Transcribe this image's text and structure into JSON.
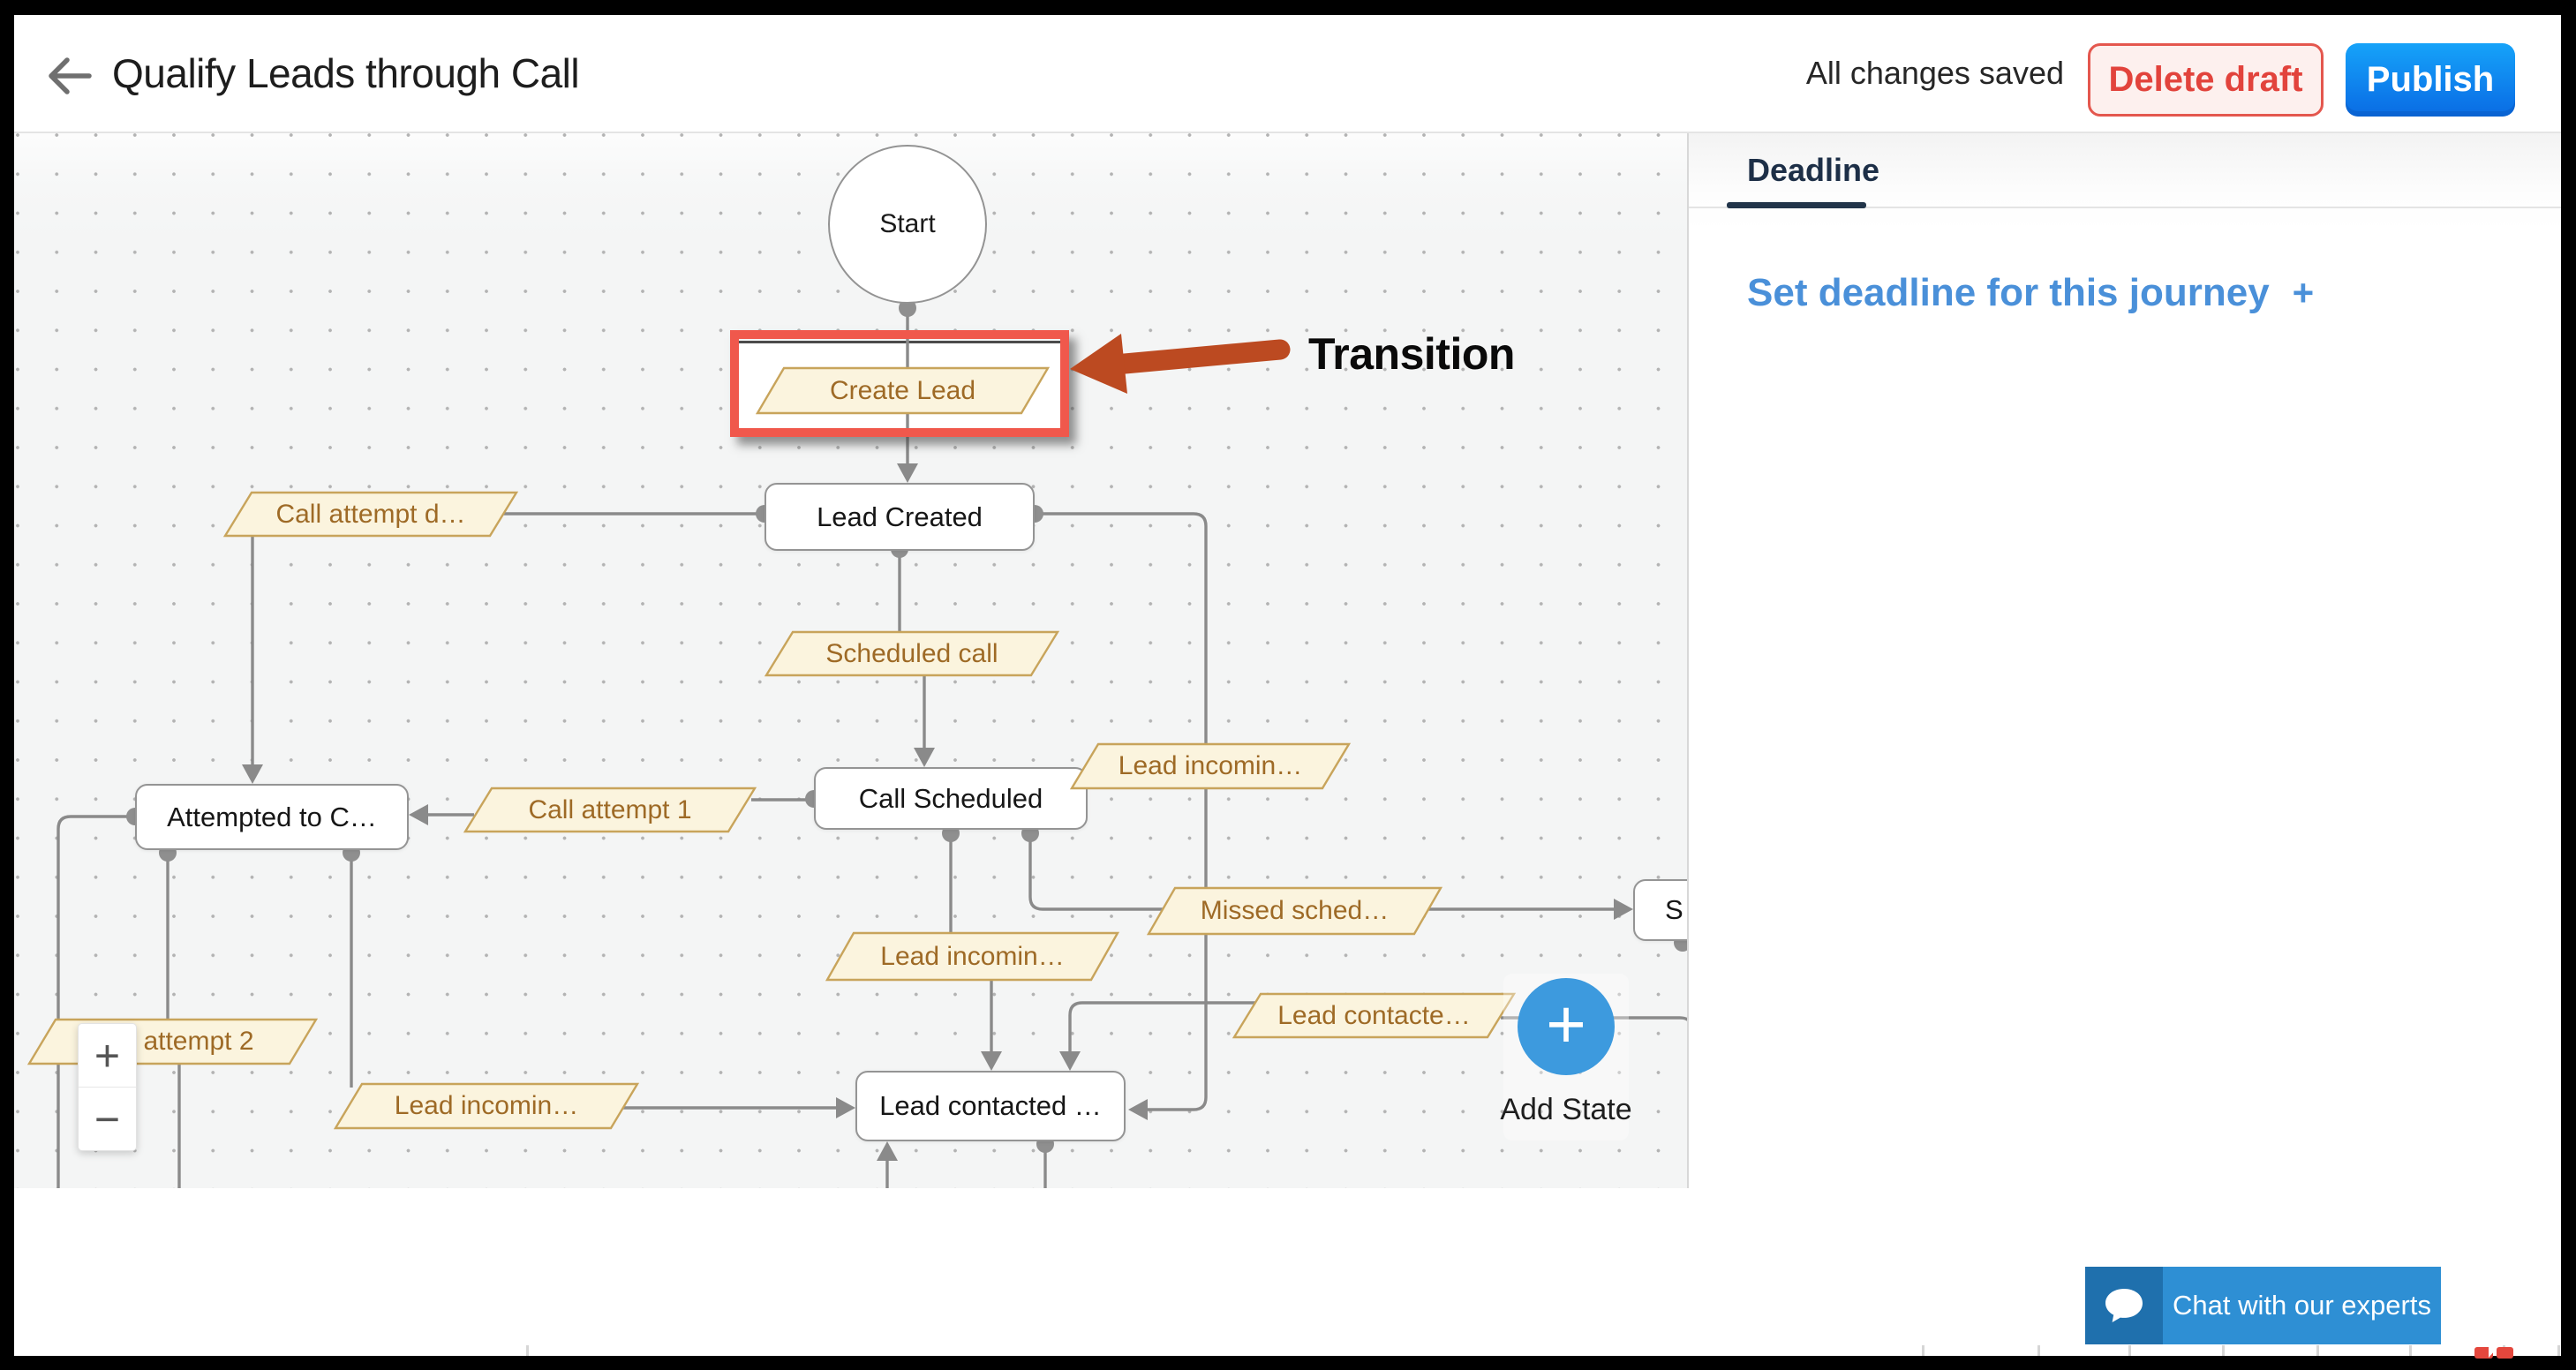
{
  "header": {
    "back_icon": "left-arrow",
    "title": "Qualify Leads through Call",
    "status_text": "All changes saved",
    "delete_button": "Delete draft",
    "publish_button": "Publish"
  },
  "panel": {
    "tab": "Deadline",
    "set_deadline_label": "Set deadline for this journey",
    "set_deadline_plus": "+"
  },
  "canvas": {
    "start_node": "Start",
    "states": [
      {
        "id": "lead-created",
        "label": "Lead Created"
      },
      {
        "id": "call-scheduled",
        "label": "Call Scheduled"
      },
      {
        "id": "attempted",
        "label": "Attempted to C…"
      },
      {
        "id": "lead-contacted",
        "label": "Lead contacted …"
      },
      {
        "id": "s-cutoff",
        "label": "S"
      }
    ],
    "transitions": [
      {
        "id": "create-lead",
        "label": "Create Lead"
      },
      {
        "id": "call-attempt-d",
        "label": "Call attempt d…"
      },
      {
        "id": "scheduled-call",
        "label": "Scheduled call"
      },
      {
        "id": "lead-incoming-1",
        "label": "Lead incomin…"
      },
      {
        "id": "call-attempt-1",
        "label": "Call attempt 1"
      },
      {
        "id": "missed-sched",
        "label": "Missed sched…"
      },
      {
        "id": "lead-incoming-2",
        "label": "Lead incomin…"
      },
      {
        "id": "attempt-2",
        "label": "attempt 2"
      },
      {
        "id": "lead-incoming-3",
        "label": "Lead incomin…"
      },
      {
        "id": "lead-contacte",
        "label": "Lead contacte…"
      }
    ],
    "edges": [
      "Start -> Create Lead -> Lead Created",
      "Call attempt d… -> Lead Created (left); Call attempt d… -> Attempted to C… (down)",
      "Lead Created -> Scheduled call -> Call Scheduled",
      "Lead Created -> (right,down) Lead incomin… -> Lead contacted … (right side)",
      "Call attempt 1 between Call Scheduled and Attempted to C…",
      "Call Scheduled -> Lead incomin… -> Lead contacted … (top)",
      "Call Scheduled -> Missed sched… -> S",
      "Attempted to C… -> attempt 2 (down); Attempted to C… -> Lead incomin… -> Lead contacted … (left)",
      "Lead contacte… -> Lead contacted … (top)"
    ],
    "annotation": {
      "label": "Transition",
      "arrow_color": "#bc4a21",
      "frame_color": "#f0584c"
    },
    "zoom": {
      "zoom_in": "+",
      "zoom_out": "−"
    },
    "add_state": {
      "plus": "+",
      "label": "Add State",
      "color": "#3d9ade"
    }
  },
  "chat": {
    "icon": "chat-bubble",
    "label": "Chat with our experts"
  },
  "timeline": {
    "tick_positions_x": [
      596,
      2177,
      2308,
      2411,
      2517,
      2624,
      2729,
      2835,
      2897
    ],
    "playhead_color": "#e4473d"
  },
  "colors": {
    "frame": "#000000",
    "canvas_bg": "#f4f5f5",
    "line": "#8a8a8a",
    "state_border": "#9c9c9c",
    "transition_fill": "#fbf4de",
    "transition_border": "#c8a45b",
    "transition_text": "#9e6a26",
    "publish_blue_top": "#16a3f9",
    "publish_blue_bottom": "#0a6ce2",
    "delete_red": "#e2433c",
    "link_blue": "#4a90d9",
    "chat_dark": "#1f70ad",
    "chat_light": "#2e8fd4"
  }
}
